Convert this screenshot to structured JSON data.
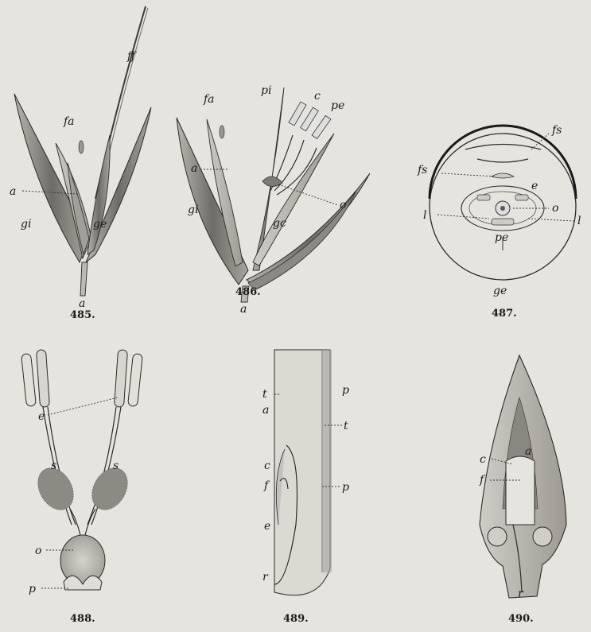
{
  "figures": [
    {
      "number": "485.",
      "labels": [
        "ff",
        "fa",
        "a",
        "gi",
        "ge",
        "a"
      ]
    },
    {
      "number": "486.",
      "labels": [
        "fa",
        "pi",
        "c",
        "pe",
        "a",
        "gi",
        "o",
        "gc",
        "a"
      ]
    },
    {
      "number": "487.",
      "labels": [
        "fs",
        "fs",
        "e",
        "l",
        "o",
        "l",
        "pe",
        "ge"
      ]
    },
    {
      "number": "488.",
      "labels": [
        "e",
        "s",
        "s",
        "o",
        "p"
      ]
    },
    {
      "number": "489.",
      "labels": [
        "t",
        "p",
        "a",
        "t",
        "c",
        "f",
        "p",
        "e",
        "r"
      ]
    },
    {
      "number": "490.",
      "labels": [
        "a",
        "c",
        "f",
        "r"
      ]
    }
  ],
  "colors": {
    "paper": "#e6e4df",
    "ink": "#2b2b2b",
    "shade": "#8a8680"
  }
}
